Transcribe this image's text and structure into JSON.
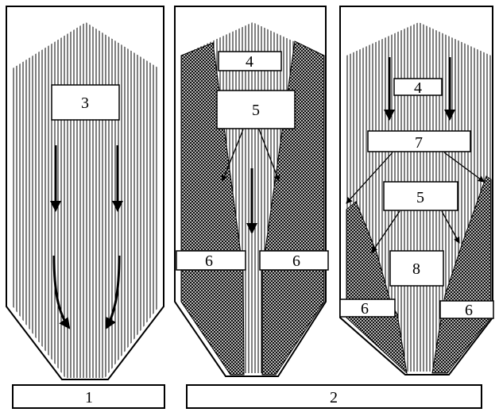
{
  "labels": {
    "caption_1": "1",
    "caption_2": "2",
    "bin1_box_3": "3",
    "bin2_box_4": "4",
    "bin2_box_5": "5",
    "bin2_box_6_left": "6",
    "bin2_box_6_right": "6",
    "bin3_box_4": "4",
    "bin3_box_7": "7",
    "bin3_box_5": "5",
    "bin3_box_8": "8",
    "bin3_box_6_left": "6",
    "bin3_box_6_right": "6"
  },
  "colors": {
    "stroke": "#000000",
    "hatch_line": "#000000",
    "stagnant_fill": "#555555",
    "background": "#ffffff"
  }
}
